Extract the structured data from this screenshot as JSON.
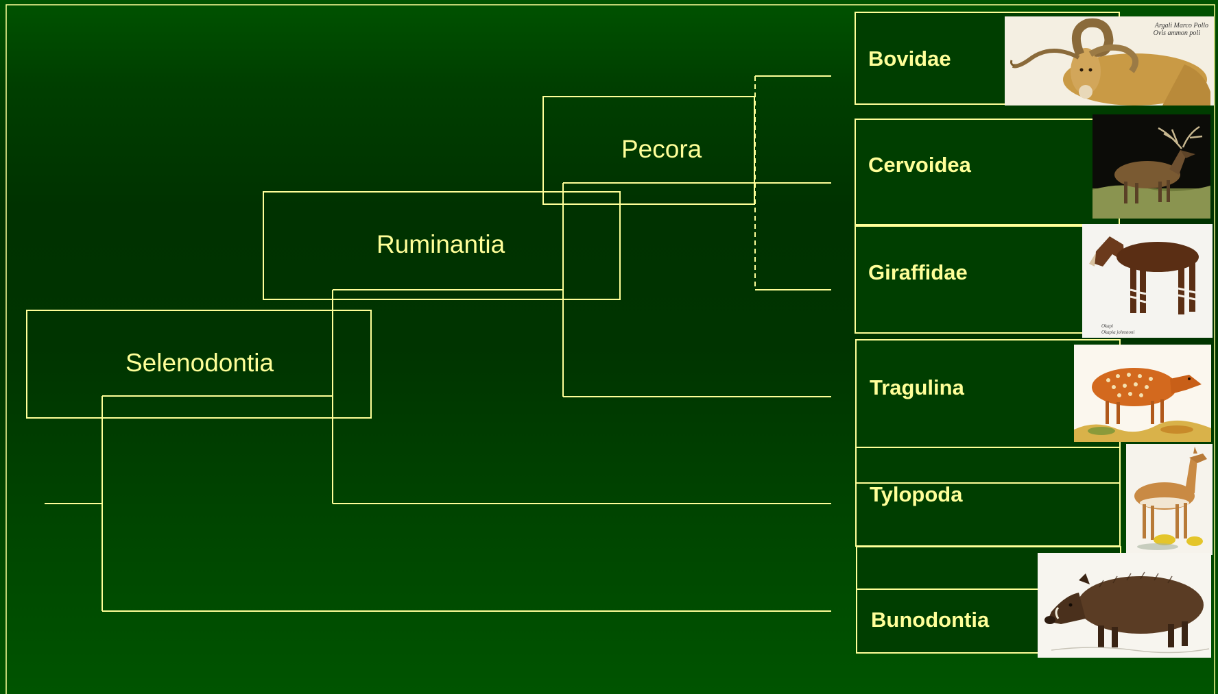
{
  "colors": {
    "line": "#ffff99",
    "label": "#ffff99",
    "background_top": "#005300",
    "background_bottom": "#005400"
  },
  "clades": {
    "selenodontia": "Selenodontia",
    "ruminantia": "Ruminantia",
    "pecora": "Pecora"
  },
  "taxa": {
    "bovidae": {
      "label": "Bovidae",
      "image": "argali-ram",
      "caption_1": "Argali Marco Pollo",
      "caption_2": "Ovis ammon poli"
    },
    "cervoidea": {
      "label": "Cervoidea",
      "image": "red-deer-stag"
    },
    "giraffidae": {
      "label": "Giraffidae",
      "image": "okapi",
      "caption_1": "Okapi",
      "caption_2": "Okapia johnstoni"
    },
    "tragulina": {
      "label": "Tragulina",
      "image": "spotted-chevrotain"
    },
    "tylopoda": {
      "label": "Tylopoda",
      "image": "vicuna"
    },
    "bunodontia": {
      "label": "Bunodontia",
      "image": "wild-boar"
    }
  }
}
